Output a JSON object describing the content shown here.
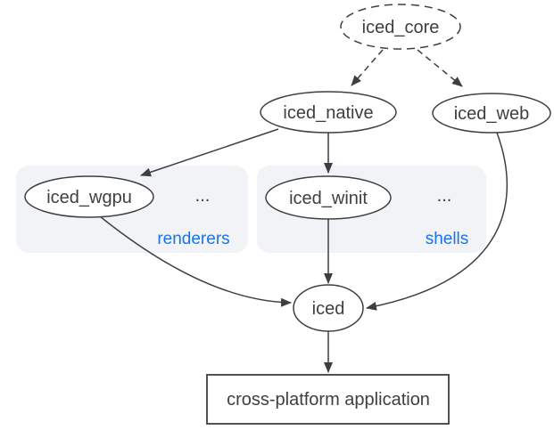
{
  "nodes": {
    "iced_core": "iced_core",
    "iced_native": "iced_native",
    "iced_web": "iced_web",
    "iced_wgpu": "iced_wgpu",
    "iced_winit": "iced_winit",
    "iced": "iced",
    "application": "cross-platform application"
  },
  "groups": {
    "renderers": {
      "label": "renderers",
      "ellipsis": "..."
    },
    "shells": {
      "label": "shells",
      "ellipsis": "..."
    }
  },
  "colors": {
    "line": "#3c4043",
    "text": "#3c4043",
    "group_label": "#1a73e8",
    "group_fill": "#f1f3f6",
    "node_fill": "#ffffff",
    "background": "#ffffff"
  }
}
